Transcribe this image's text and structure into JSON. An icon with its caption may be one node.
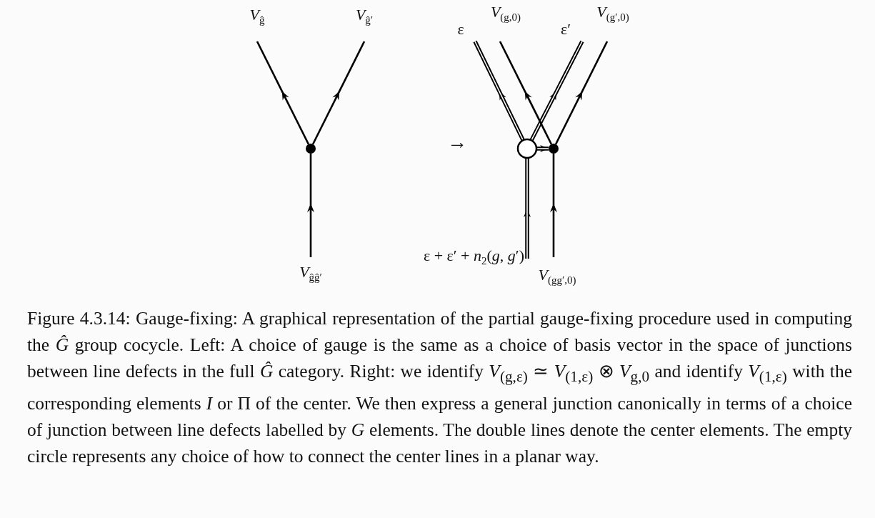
{
  "diagram": {
    "caption": "Figure 4.3.14: Gauge-fixing: A graphical representation of the partial gauge-fixing procedure used in computing the *Ĝ* group cocycle. Left: A choice of gauge is the same as a choice of basis vector in the space of junctions between line defects in the full *Ĝ* category. Right: we identify *V*$_{(g,ε)}$ ≃ *V*$_{(1,ε)}$ ⊗ *V*$_{g,0}$ and identify *V*$_{(1,ε)}$ with the corresponding elements *I* or Π of the center. We then express a general junction canonically in terms of a choice of junction between line defects labelled by *G* elements. The double lines denote the center elements. The empty circle represents any choice of how to connect the center lines in a planar way.",
    "nodes": [
      {
        "text": [
          "*V*$_{ĝ}$"
        ]
      },
      {
        "text": [
          "*V*$_{ĝ′}$"
        ]
      },
      {
        "text": [],
        "shape": "circle"
      },
      {
        "text": [
          "*V*$_{ĝĝ′}$"
        ]
      },
      {
        "text": [
          "ε"
        ]
      },
      {
        "text": [
          "*V*$_{(g,0)}$"
        ]
      },
      {
        "text": [
          "ε′"
        ]
      },
      {
        "text": [
          "*V*$_{(g′,0)}$"
        ]
      },
      {
        "text": [],
        "shape": "circle"
      },
      {
        "text": [],
        "shape": "circle"
      },
      {
        "text": [
          "ε + ε′ + *n*$_{2}$(*g*, *g*′)"
        ]
      },
      {
        "text": [
          "*V*$_{(gg′,0)}$"
        ]
      }
    ],
    "edges": [
      {
        "from": 3,
        "to": 2,
        "arrow": "to"
      },
      {
        "from": 2,
        "to": 0,
        "arrow": "to"
      },
      {
        "from": 2,
        "to": 1,
        "arrow": "to"
      },
      {
        "from": 10,
        "to": 8,
        "arrow": "to",
        "style": "thick"
      },
      {
        "from": 8,
        "to": 4,
        "arrow": "to",
        "style": "thick"
      },
      {
        "from": 8,
        "to": 6,
        "arrow": "to",
        "style": "thick"
      },
      {
        "from": 8,
        "to": 9,
        "arrow": "to",
        "style": "thick"
      },
      {
        "from": 9,
        "to": 5,
        "arrow": "to"
      },
      {
        "from": 9,
        "to": 7,
        "arrow": "to"
      },
      {
        "from": 11,
        "to": 9,
        "arrow": "to"
      }
    ],
    "labels": [
      "→"
    ]
  }
}
